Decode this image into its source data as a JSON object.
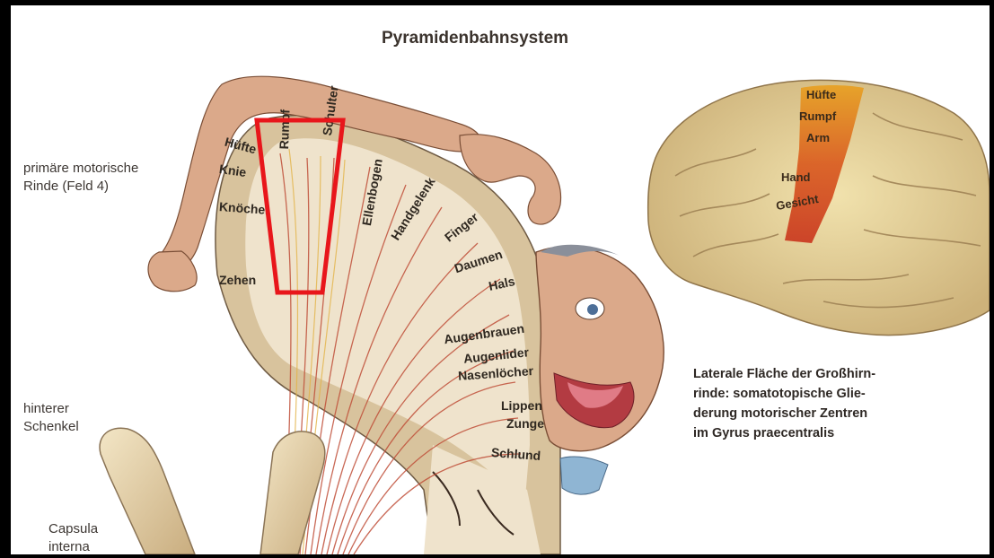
{
  "title": "Pyramidenbahnsystem",
  "side_labels": {
    "motor_cortex": [
      "primäre motorische",
      "Rinde (Feld 4)"
    ],
    "posterior_limb": [
      "hinterer",
      "Schenkel"
    ],
    "internal_capsule": [
      "Capsula",
      "interna"
    ]
  },
  "cortex_labels": {
    "huefte": "Hüfte",
    "knie": "Knie",
    "knoechel": "Knöchel",
    "zehen": "Zehen",
    "rumpf": "Rumpf",
    "schulter": "Schulter",
    "ellenbogen": "Ellenbogen",
    "handgelenk": "Handgelenk",
    "finger": "Finger",
    "daumen": "Daumen",
    "hals": "Hals",
    "augenbrauen": "Augenbrauen",
    "augenlider": "Augenlider",
    "nasenloecher": "Nasenlöcher",
    "lippen": "Lippen",
    "zunge": "Zunge",
    "schlund": "Schlund"
  },
  "brain_labels": {
    "huefte": "Hüfte",
    "rumpf": "Rumpf",
    "arm": "Arm",
    "hand": "Hand",
    "gesicht": "Gesicht"
  },
  "caption": [
    "Laterale Fläche der Großhirn-",
    "rinde: somatotopische Glie-",
    "derung motorischer Zentren",
    "im Gyrus praecentralis"
  ],
  "colors": {
    "highlight": "#e8161b",
    "cortex_fill": "#d9c7a5",
    "brain_fill": "#e6d49a",
    "tract": "#c0503a",
    "skin": "#dba98a"
  }
}
